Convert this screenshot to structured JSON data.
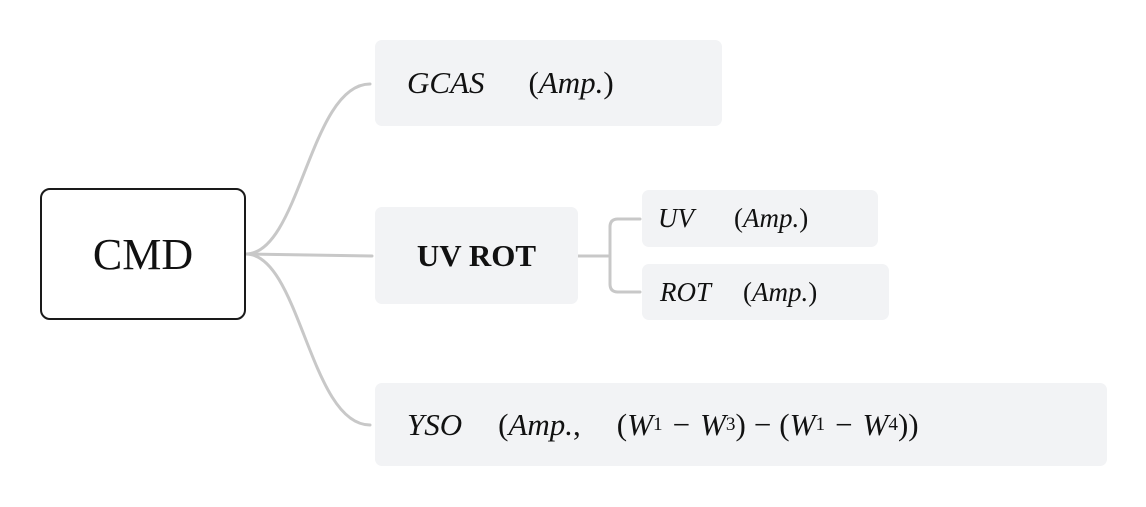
{
  "root": {
    "label": "CMD"
  },
  "branches": {
    "gcas": {
      "name": "GCAS",
      "arg": "Amp."
    },
    "uvrot": {
      "label": "UV ROT",
      "children": {
        "uv": {
          "name": "UV",
          "arg": "Amp."
        },
        "rot": {
          "name": "ROT",
          "arg": "Amp."
        }
      }
    },
    "yso": {
      "name": "YSO",
      "arg": "Amp.",
      "w1": "W",
      "w1_sub": "1",
      "w3": "W",
      "w3_sub": "3",
      "w1b": "W",
      "w1b_sub": "1",
      "w4": "W",
      "w4_sub": "4"
    }
  },
  "colors": {
    "connector": "#c8c8c8",
    "node_fill": "#f2f3f5",
    "root_border": "#1a1a1a"
  }
}
